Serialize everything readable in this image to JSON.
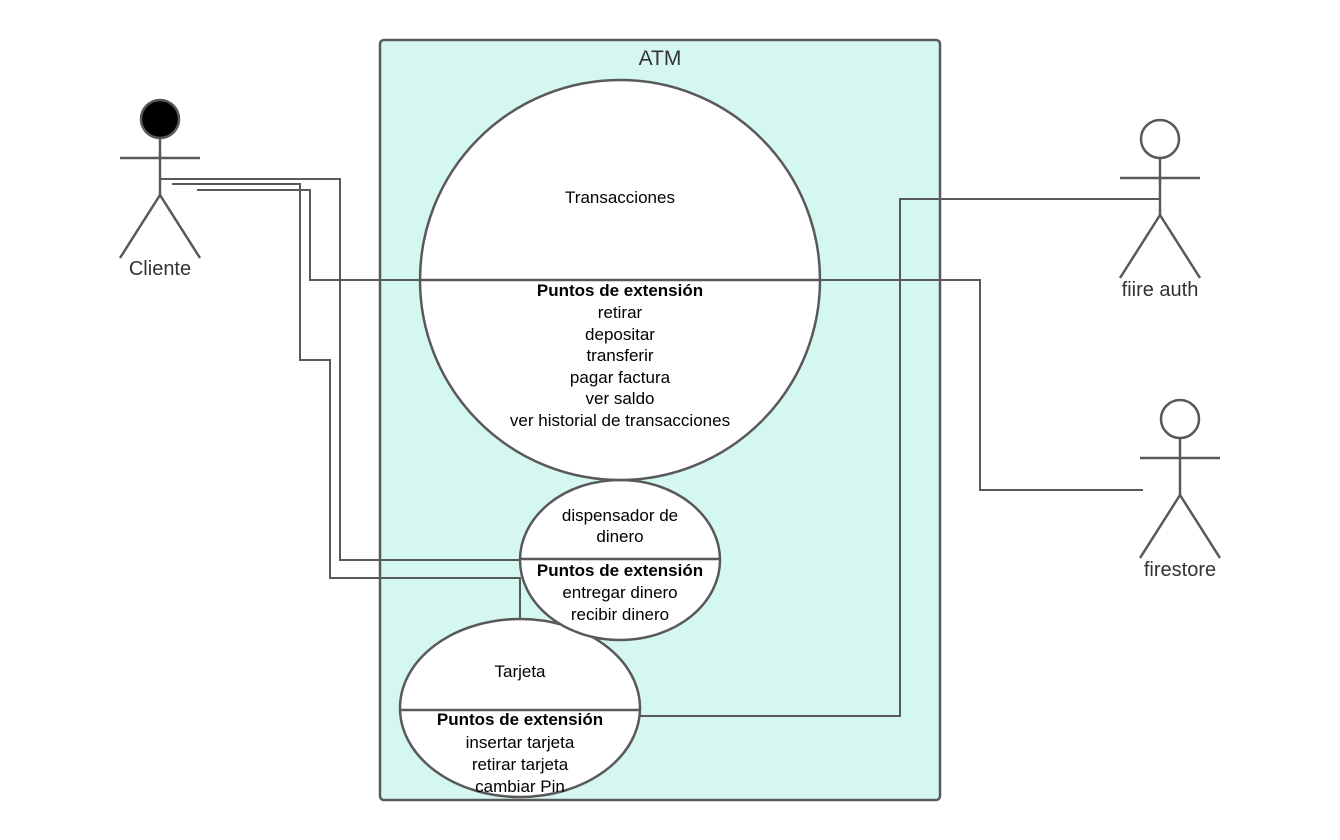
{
  "system": {
    "title": "ATM",
    "fill": "#d5f7f2",
    "stroke": "#595959"
  },
  "actors": [
    {
      "id": "cliente",
      "name": "Cliente",
      "head_fill": "#000000"
    },
    {
      "id": "fiire-auth",
      "name": "fiire auth",
      "head_fill": "#ffffff"
    },
    {
      "id": "firestore",
      "name": "firestore",
      "head_fill": "#ffffff"
    }
  ],
  "use_cases": {
    "transacciones": {
      "title": "Transacciones",
      "ext_header": "Puntos de extensión",
      "items": [
        "retirar",
        "depositar",
        "transferir",
        "pagar factura",
        "ver saldo",
        "ver historial de transacciones"
      ]
    },
    "dispensador": {
      "title_lines": [
        "dispensador de",
        "dinero"
      ],
      "ext_header": "Puntos de extensión",
      "items": [
        "entregar dinero",
        "recibir dinero"
      ]
    },
    "tarjeta": {
      "title": "Tarjeta",
      "ext_header": "Puntos de extensión",
      "items": [
        "insertar tarjeta",
        "retirar tarjeta",
        "cambiar Pin"
      ]
    }
  }
}
